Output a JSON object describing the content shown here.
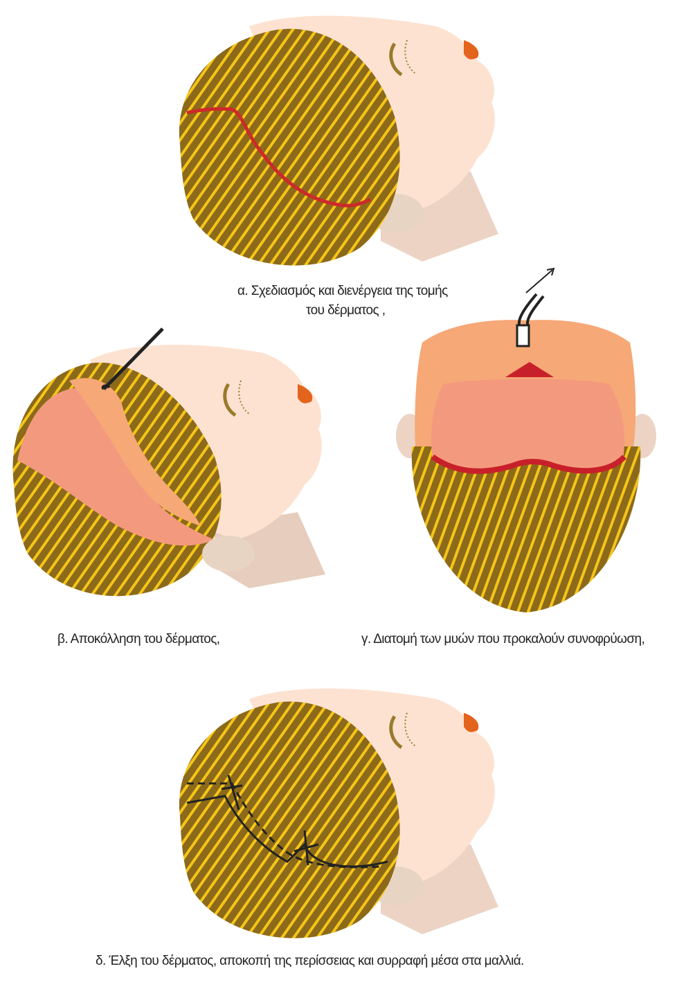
{
  "captions": {
    "a_line1": "α. Σχεδιασμός και διενέργεια της τομής",
    "a_line2": "του δέρματος ,",
    "b": "β. Αποκόλληση του δέρματος,",
    "c": "γ. Διατομή των μυών που προκαλούν συνοφρύωση,",
    "d": "δ. Έλξη του δέρματος, αποκοπή της περίσσειας και συρραφή μέσα στα μαλλιά."
  },
  "colors": {
    "skin": "#fde2d2",
    "skin_shadow": "#ecd3c4",
    "neck": "#e6cdbd",
    "hair_base": "#8c6a1a",
    "hair_stripe": "#f5c518",
    "incision": "#cc2a2a",
    "flap_inner": "#f39a7e",
    "flap_outer": "#f6a877",
    "muscle_red": "#c8202a",
    "lip": "#e3641d",
    "eye": "#9a7a2a",
    "suture": "#222222"
  }
}
